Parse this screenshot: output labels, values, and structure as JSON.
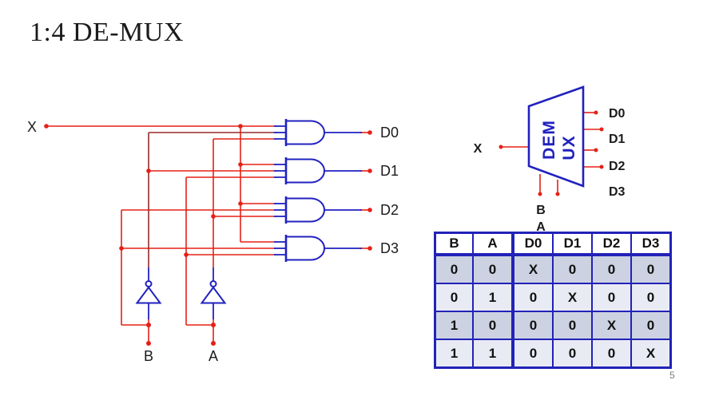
{
  "slide": {
    "title": "1:4 DE-MUX",
    "page_number": "5"
  },
  "colors": {
    "wire": "#e52017",
    "wire_dark": "#96292a",
    "blue": "#2121c0",
    "label": "#1b1b1b",
    "table_border": "#2222b8",
    "row_odd": "#ccd2e1",
    "row_even": "#e8ebf4",
    "page_num": "#7a7a7a"
  },
  "circuit": {
    "input_label": "X",
    "select_labels": [
      "B",
      "A"
    ],
    "output_labels": [
      "D0",
      "D1",
      "D2",
      "D3"
    ]
  },
  "demux": {
    "body_label_line1": "DEM",
    "body_label_line2": "UX",
    "input_label": "X",
    "output_labels": [
      "D0",
      "D1",
      "D2",
      "D3"
    ],
    "select_labels": [
      "B",
      "A"
    ]
  },
  "truth_table": {
    "headers": [
      "B",
      "A",
      "D0",
      "D1",
      "D2",
      "D3"
    ],
    "rows": [
      [
        "0",
        "0",
        "X",
        "0",
        "0",
        "0"
      ],
      [
        "0",
        "1",
        "0",
        "X",
        "0",
        "0"
      ],
      [
        "1",
        "0",
        "0",
        "0",
        "X",
        "0"
      ],
      [
        "1",
        "1",
        "0",
        "0",
        "0",
        "X"
      ]
    ]
  }
}
